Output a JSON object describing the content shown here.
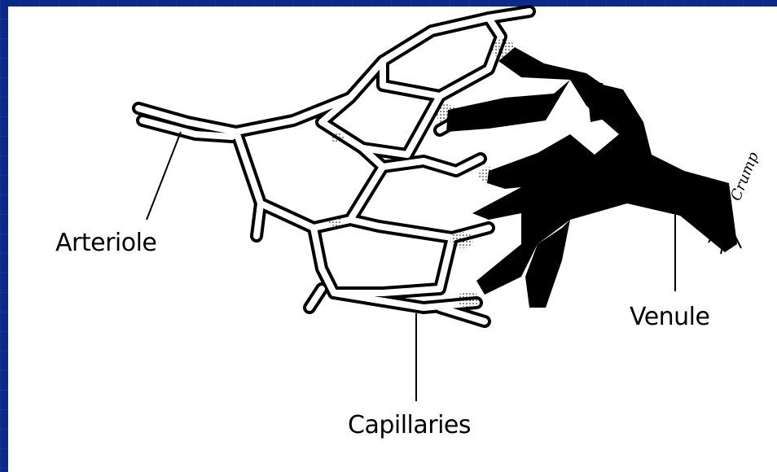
{
  "diagram": {
    "labels": {
      "arteriole": "Arteriole",
      "venule": "Venule",
      "capillaries": "Capillaries"
    },
    "signature": "Crump",
    "colors": {
      "background": "#0b2a88",
      "paper": "#ffffff",
      "ink": "#000000"
    }
  }
}
